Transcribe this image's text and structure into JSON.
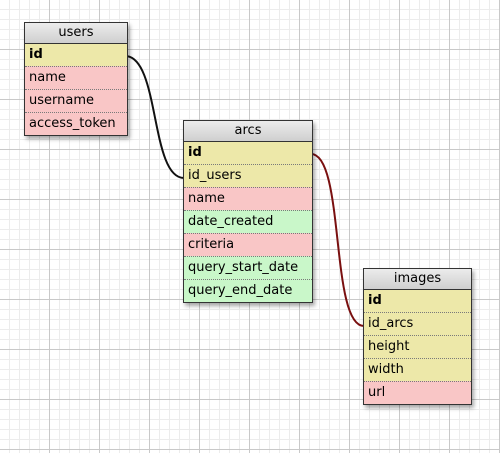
{
  "colors": {
    "primary_key_row": "#ede8a9",
    "foreign_key_row": "#ede8a9",
    "field_row": "#f9c6c6",
    "date_field_row": "#c9f7c9",
    "link_users_arcs": "#111111",
    "link_arcs_images": "#7a1010"
  },
  "tables": {
    "users": {
      "title": "users",
      "fields": [
        {
          "name": "id",
          "kind": "pk"
        },
        {
          "name": "name",
          "kind": "plain"
        },
        {
          "name": "username",
          "kind": "plain"
        },
        {
          "name": "access_token",
          "kind": "plain"
        }
      ]
    },
    "arcs": {
      "title": "arcs",
      "fields": [
        {
          "name": "id",
          "kind": "pk"
        },
        {
          "name": "id_users",
          "kind": "ref"
        },
        {
          "name": "name",
          "kind": "plain"
        },
        {
          "name": "date_created",
          "kind": "date"
        },
        {
          "name": "criteria",
          "kind": "plain"
        },
        {
          "name": "query_start_date",
          "kind": "date"
        },
        {
          "name": "query_end_date",
          "kind": "date"
        }
      ]
    },
    "images": {
      "title": "images",
      "fields": [
        {
          "name": "id",
          "kind": "pk"
        },
        {
          "name": "id_arcs",
          "kind": "ref"
        },
        {
          "name": "height",
          "kind": "ref"
        },
        {
          "name": "width",
          "kind": "ref"
        },
        {
          "name": "url",
          "kind": "plain"
        }
      ]
    }
  }
}
